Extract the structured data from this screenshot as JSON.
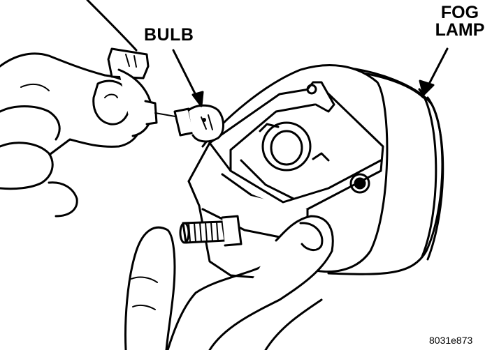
{
  "callouts": {
    "bulb": "BULB",
    "fog_lamp_line1": "FOG",
    "fog_lamp_line2": "LAMP"
  },
  "figure_id": "8031e873"
}
